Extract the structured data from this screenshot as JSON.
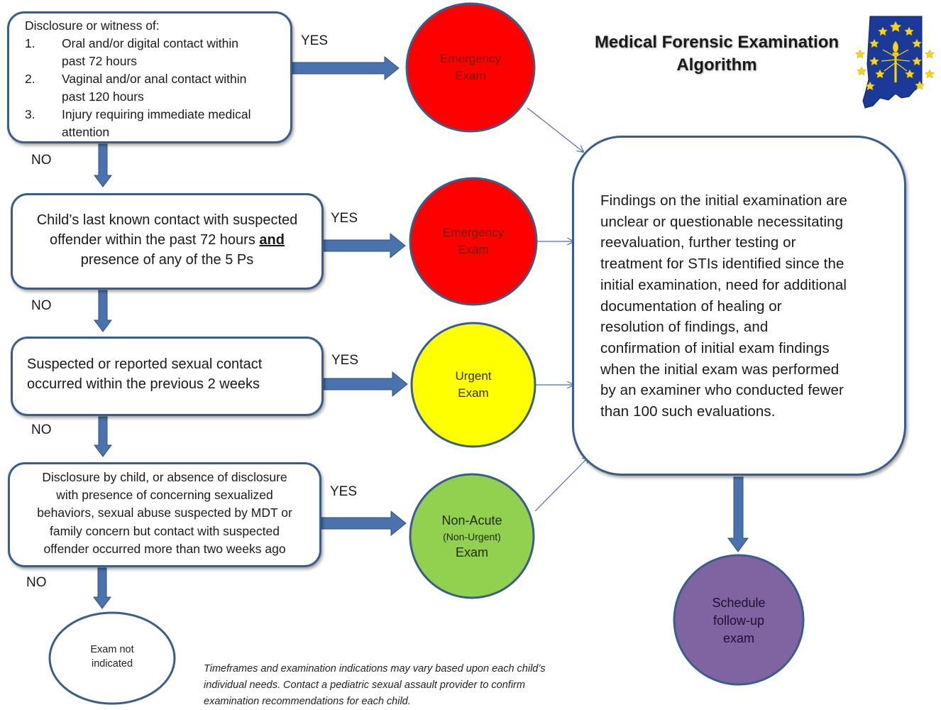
{
  "title": {
    "line1": "Medical Forensic Examination",
    "line2": "Algorithm"
  },
  "colors": {
    "arrow": "#4a72ad",
    "box_border": "#3a5e8c",
    "emergency": "#fe0000",
    "urgent": "#ffff00",
    "non_acute": "#92d050",
    "follow_up": "#8064a2",
    "indiana_map": "#1b3a97",
    "star": "#f7d417"
  },
  "logo": {
    "name": "indiana-state-flag-map",
    "description_icon": "indiana-map-icon"
  },
  "box1": {
    "heading": "Disclosure or witness of:",
    "items": [
      {
        "num": "1.",
        "line1": "Oral and/or digital contact within",
        "line2": "past 72 hours"
      },
      {
        "num": "2.",
        "line1": "Vaginal and/or anal contact within",
        "line2": "past 120 hours"
      },
      {
        "num": "3.",
        "line1": "Injury requiring immediate medical",
        "line2": "attention"
      }
    ]
  },
  "box2": {
    "line1": "Child’s last known contact with suspected",
    "line2_pre": "offender within the past 72 hours ",
    "line2_bold": "and",
    "line3": "presence of any of the 5 Ps"
  },
  "box3": {
    "line1": "Suspected or reported sexual contact",
    "line2": "occurred within the previous 2 weeks"
  },
  "box4": {
    "line1": "Disclosure by child, or absence of disclosure",
    "line2": "with presence of concerning sexualized",
    "line3": "behaviors, sexual abuse suspected by MDT or",
    "line4": "family concern but contact with suspected",
    "line5": "offender occurred more than two weeks ago"
  },
  "reeval_box": {
    "lines": [
      "Findings on the initial examination are",
      "unclear or questionable necessitating",
      "reevaluation, further testing or",
      "treatment for STIs identified since the",
      "initial examination, need for additional",
      "documentation of healing or",
      "resolution of findings, and",
      "confirmation of initial exam findings",
      "when the initial exam was performed",
      "by an examiner who conducted fewer",
      "than 100 such evaluations."
    ]
  },
  "labels": {
    "yes": "YES",
    "no": "NO"
  },
  "nodes": {
    "emergency1": {
      "line1": "Emergency",
      "line2": "Exam"
    },
    "emergency2": {
      "line1": "Emergency",
      "line2": "Exam"
    },
    "urgent": {
      "line1": "Urgent",
      "line2": "Exam"
    },
    "non_acute": {
      "line1": "Non-Acute",
      "line2": "(Non-Urgent)",
      "line3": "Exam"
    },
    "follow_up": {
      "line1": "Schedule",
      "line2": "follow-up",
      "line3": "exam"
    },
    "not_indicated": {
      "line1": "Exam not",
      "line2": "indicated"
    }
  },
  "footnote": {
    "line1": "Timeframes and examination indications may vary based upon each child’s",
    "line2": "individual needs.  Contact a pediatric sexual assault provider to confirm",
    "line3": "examination recommendations for each child."
  }
}
